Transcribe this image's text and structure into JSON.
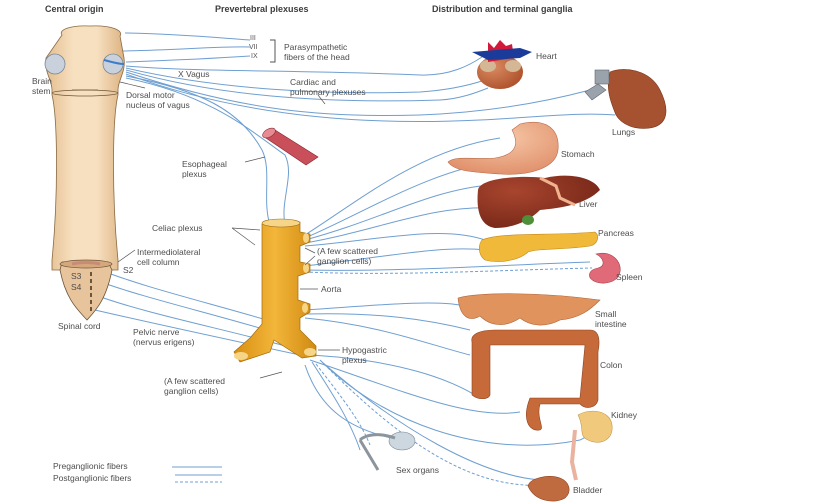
{
  "title": "Parasympathetic nervous system",
  "headers": {
    "central_origin": "Central origin",
    "prevertebral_plexuses": "Prevertebral plexuses",
    "distribution": "Distribution and terminal ganglia"
  },
  "cranial_nerves": [
    "III",
    "VII",
    "IX"
  ],
  "labels": {
    "parasympathetic_head_1": "Parasympathetic",
    "parasympathetic_head_2": "fibers of the head",
    "vagus": "X Vagus",
    "brain_stem_1": "Brain",
    "brain_stem_2": "stem",
    "dorsal_motor_1": "Dorsal motor",
    "dorsal_motor_2": "nucleus of vagus",
    "cardiac_1": "Cardiac and",
    "cardiac_2": "pulmonary plexuses",
    "esophageal_1": "Esophageal",
    "esophageal_2": "plexus",
    "celiac": "Celiac plexus",
    "scattered_top_1": "(A few scattered",
    "scattered_top_2": "ganglion cells)",
    "intermedio_1": "Intermediolateral",
    "intermedio_2": "cell column",
    "s2": "S2",
    "s3": "S3",
    "s4": "S4",
    "aorta": "Aorta",
    "spinal_cord": "Spinal cord",
    "pelvic_1": "Pelvic nerve",
    "pelvic_2": "(nervus erigens)",
    "hypogastric_1": "Hypogastric",
    "hypogastric_2": "plexus",
    "scattered_bottom_1": "(A few scattered",
    "scattered_bottom_2": "ganglion cells)"
  },
  "organs": {
    "heart": "Heart",
    "lungs": "Lungs",
    "stomach": "Stomach",
    "liver": "Liver",
    "pancreas": "Pancreas",
    "spleen": "Spleen",
    "small_intestine_1": "Small",
    "small_intestine_2": "intestine",
    "colon": "Colon",
    "kidney": "Kidney",
    "sex_organs": "Sex organs",
    "bladder": "Bladder"
  },
  "legend": {
    "preganglionic": "Preganglionic fibers",
    "postganglionic": "Postganglionic fibers"
  },
  "colors": {
    "nerve": "#6f9fd1",
    "cord": "#f0d2ac",
    "aorta": "#e8a524",
    "organ_brown": "#b5562e",
    "liver": "#8a2f1e",
    "pancreas": "#f0b93a",
    "heart_red": "#d3193a",
    "heart_blue": "#1b3b9a"
  }
}
